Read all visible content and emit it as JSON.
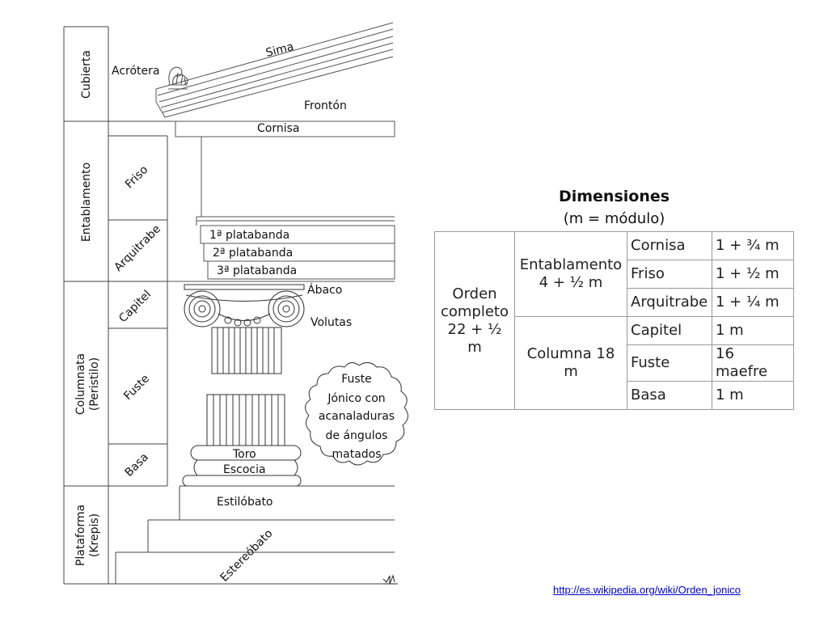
{
  "diagram": {
    "groups": {
      "cubierta": "Cubierta",
      "entablamento": "Entablamento",
      "columnata_1": "Columnata",
      "columnata_2": "(Peristilo)",
      "plataforma_1": "Plataforma",
      "plataforma_2": "(Krepis)"
    },
    "parts": {
      "friso": "Friso",
      "arquitrabe": "Arquitrabe",
      "capitel": "Capitel",
      "fuste": "Fuste",
      "basa": "Basa"
    },
    "labels": {
      "acrotera": "Acrótera",
      "sima": "Sima",
      "fronton": "Frontón",
      "cornisa": "Cornisa",
      "platabanda_1": "1ª platabanda",
      "platabanda_2": "2ª platabanda",
      "platabanda_3": "3ª platabanda",
      "abaco": "Ábaco",
      "volutas": "Volutas",
      "toro": "Toro",
      "escocia": "Escocia",
      "estilobato": "Estilóbato",
      "estereobato": "Estereóbato"
    },
    "callout": [
      "Fuste",
      "Jónico con",
      "acanaladuras",
      "de ángulos",
      "matados"
    ]
  },
  "table": {
    "title": "Dimensiones",
    "subtitle": "(m = módulo)",
    "orden": "Orden completo 22 + ½ m",
    "entablamento": "Entablamento 4 + ½ m",
    "columna": "Columna 18 m",
    "rows": [
      {
        "part": "Cornisa",
        "value": "1 + ¾ m"
      },
      {
        "part": "Friso",
        "value": "1 + ½ m"
      },
      {
        "part": "Arquitrabe",
        "value": "1 + ¼ m"
      },
      {
        "part": "Capitel",
        "value": "1 m"
      },
      {
        "part": "Fuste",
        "value": "16 maefre"
      },
      {
        "part": "Basa",
        "value": "1 m"
      }
    ]
  },
  "source_link": "http://es.wikipedia.org/wiki/Orden_jonico"
}
